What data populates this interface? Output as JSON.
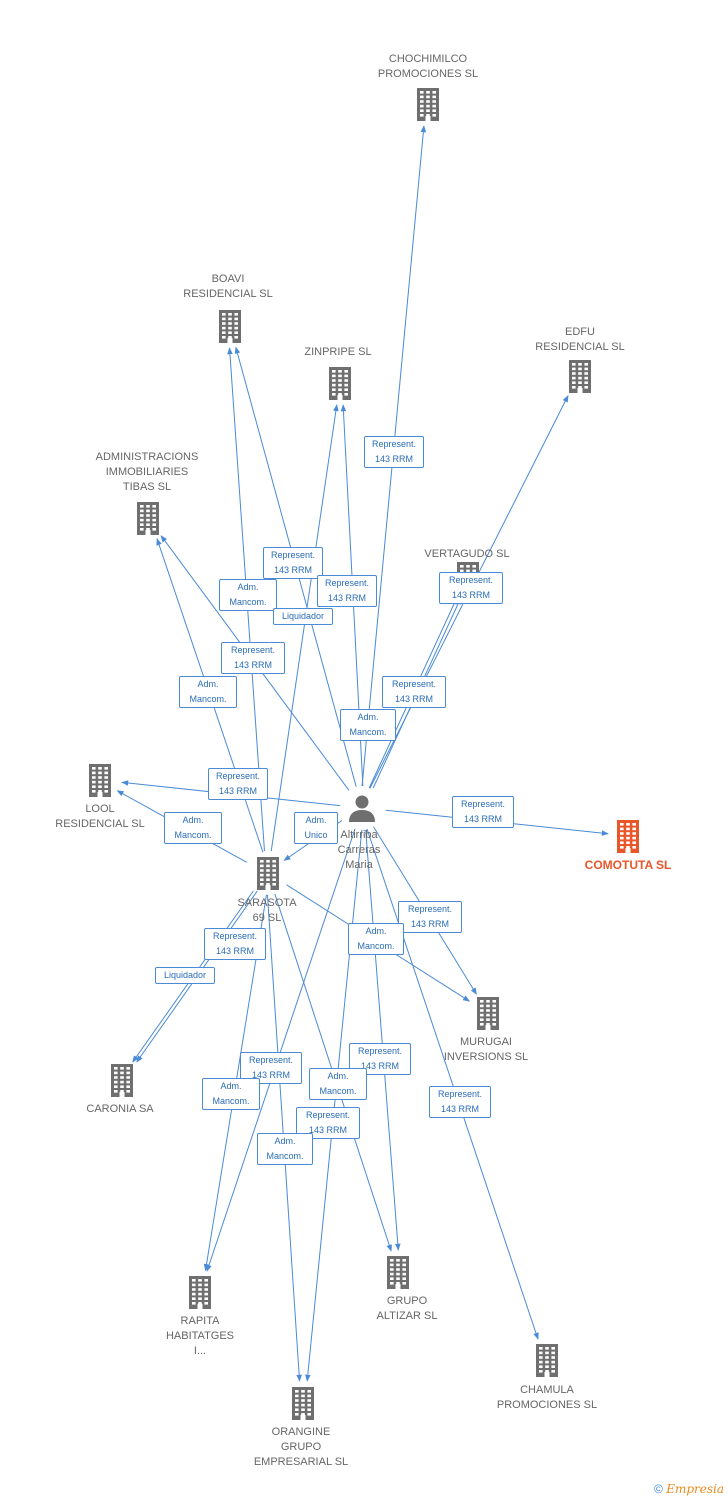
{
  "colors": {
    "edge": "#4a8ad6",
    "company": "#6f6f6f",
    "highlight": "#e9562a"
  },
  "person": {
    "id": "person",
    "lines": [
      "Altirriba",
      "Carreras",
      "Maria"
    ],
    "icon": "person-icon"
  },
  "companies": [
    {
      "id": "chochimilco",
      "lines": [
        "CHOCHIMILCO",
        "PROMOCIONES SL"
      ]
    },
    {
      "id": "boavi",
      "lines": [
        "BOAVI",
        "RESIDENCIAL SL"
      ]
    },
    {
      "id": "zinpripe",
      "lines": [
        "ZINPRIPE SL"
      ]
    },
    {
      "id": "edfu",
      "lines": [
        "EDFU",
        "RESIDENCIAL SL"
      ]
    },
    {
      "id": "administracions",
      "lines": [
        "ADMINISTRACIONS",
        "IMMOBILIARIES",
        "TIBAS SL"
      ]
    },
    {
      "id": "vertagudo",
      "lines": [
        "VERTAGUDO SL"
      ]
    },
    {
      "id": "lool",
      "lines": [
        "LOOL",
        "RESIDENCIAL SL"
      ]
    },
    {
      "id": "comotuta",
      "lines": [
        "COMOTUTA SL"
      ],
      "highlight": true
    },
    {
      "id": "sarasota",
      "lines": [
        "SARASOTA",
        "69 SL"
      ]
    },
    {
      "id": "murugai",
      "lines": [
        "MURUGAI",
        "INVERSIONS SL"
      ]
    },
    {
      "id": "caronia",
      "lines": [
        "CARONIA SA"
      ]
    },
    {
      "id": "rapita",
      "lines": [
        "RAPITA",
        "HABITATGES",
        "I..."
      ]
    },
    {
      "id": "altizar",
      "lines": [
        "GRUPO",
        "ALTIZAR SL"
      ]
    },
    {
      "id": "chamula",
      "lines": [
        "CHAMULA",
        "PROMOCIONES SL"
      ]
    },
    {
      "id": "orangine",
      "lines": [
        "ORANGINE",
        "GRUPO",
        "EMPRESARIAL SL"
      ]
    }
  ],
  "edges": [
    {
      "from": "person",
      "to": "chochimilco",
      "label": [
        "Represent.",
        "143 RRM"
      ]
    },
    {
      "from": "person",
      "to": "boavi",
      "label": [
        "Represent.",
        "143 RRM"
      ]
    },
    {
      "from": "person",
      "to": "zinpripe",
      "label": [
        "Represent.",
        "143 RRM"
      ]
    },
    {
      "from": "person",
      "to": "edfu",
      "label": [
        "Represent.",
        "143 RRM"
      ]
    },
    {
      "from": "person",
      "to": "administracions",
      "label": [
        "Represent.",
        "143 RRM"
      ]
    },
    {
      "from": "person",
      "to": "vertagudo",
      "label": [
        "Represent.",
        "143 RRM"
      ]
    },
    {
      "from": "person",
      "to": "vertagudo",
      "label": [
        "Adm.",
        "Mancom."
      ]
    },
    {
      "from": "person",
      "to": "lool",
      "label": [
        "Represent.",
        "143 RRM"
      ]
    },
    {
      "from": "person",
      "to": "comotuta",
      "label": [
        "Represent.",
        "143 RRM"
      ]
    },
    {
      "from": "person",
      "to": "sarasota",
      "label": [
        "Adm.",
        "Unico"
      ]
    },
    {
      "from": "person",
      "to": "murugai",
      "label": [
        "Represent.",
        "143 RRM"
      ]
    },
    {
      "from": "person",
      "to": "altizar",
      "label": [
        "Represent.",
        "143 RRM"
      ]
    },
    {
      "from": "person",
      "to": "chamula",
      "label": [
        "Represent.",
        "143 RRM"
      ]
    },
    {
      "from": "person",
      "to": "rapita",
      "label": [
        "Represent.",
        "143 RRM"
      ]
    },
    {
      "from": "person",
      "to": "orangine",
      "label": [
        "Represent.",
        "143 RRM"
      ]
    },
    {
      "from": "sarasota",
      "to": "boavi",
      "label": [
        "Adm.",
        "Mancom."
      ]
    },
    {
      "from": "sarasota",
      "to": "zinpripe",
      "label": [
        "Liquidador"
      ]
    },
    {
      "from": "sarasota",
      "to": "administracions",
      "label": [
        "Adm.",
        "Mancom."
      ]
    },
    {
      "from": "sarasota",
      "to": "lool",
      "label": [
        "Adm.",
        "Mancom."
      ]
    },
    {
      "from": "sarasota",
      "to": "murugai",
      "label": [
        "Adm.",
        "Mancom."
      ]
    },
    {
      "from": "sarasota",
      "to": "caronia",
      "label": [
        "Represent.",
        "143 RRM"
      ]
    },
    {
      "from": "sarasota",
      "to": "caronia",
      "label": [
        "Liquidador"
      ]
    },
    {
      "from": "sarasota",
      "to": "altizar",
      "label": [
        "Adm.",
        "Mancom."
      ]
    },
    {
      "from": "sarasota",
      "to": "rapita",
      "label": [
        "Adm.",
        "Mancom."
      ]
    },
    {
      "from": "sarasota",
      "to": "orangine",
      "label": [
        "Adm.",
        "Mancom."
      ]
    }
  ],
  "watermark": {
    "copyright": "©",
    "brand": "Empresia"
  }
}
